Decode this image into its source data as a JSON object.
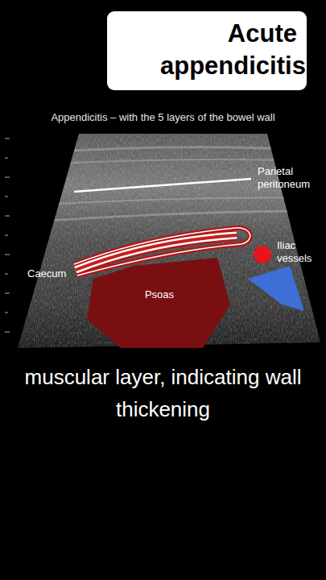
{
  "diagram": {
    "title": "Appendicitis – with the 5 layers of the bowel wall",
    "caption": "muscular layer, indicating wall thickening",
    "nodes": [
      {
        "text": [
          "Acute appendicitis"
        ]
      },
      {
        "text": [
          "Psoas"
        ]
      }
    ],
    "labels": [
      "Parietal peritoneum",
      "Iliac vessels",
      "Caecum"
    ]
  }
}
